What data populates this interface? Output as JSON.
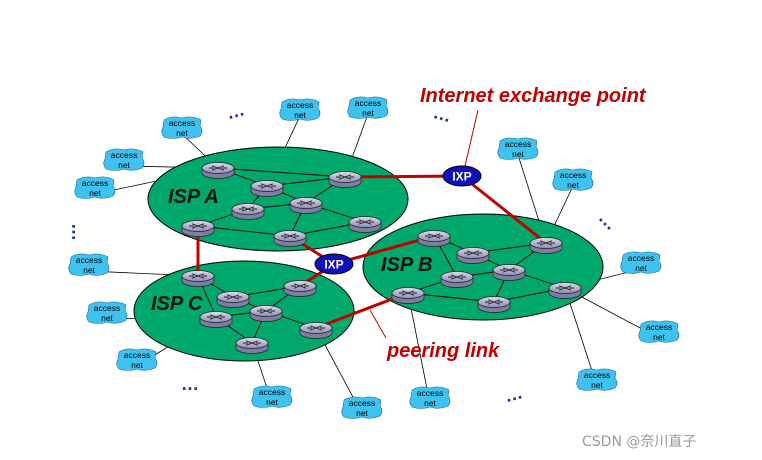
{
  "labels": {
    "internet_exchange_point": "Internet exchange point",
    "peering_link": "peering link",
    "ixp": "IXP",
    "isp_a": "ISP A",
    "isp_b": "ISP B",
    "isp_c": "ISP C",
    "access_top": "access",
    "access_bottom": "net",
    "ellipsis": "…",
    "watermark": "CSDN @奈川直子"
  },
  "colors": {
    "isp_fill": "#00a86b",
    "peering_link": "#c00000",
    "ixp_fill": "#1010c0",
    "access_cloud": "#3ec3f0",
    "router": "#a8a8c8",
    "ellipsis": "#1a2fa0"
  },
  "icons": {
    "router": "router-icon",
    "access_net": "cloud-icon",
    "ixp": "ixp-node-icon"
  }
}
